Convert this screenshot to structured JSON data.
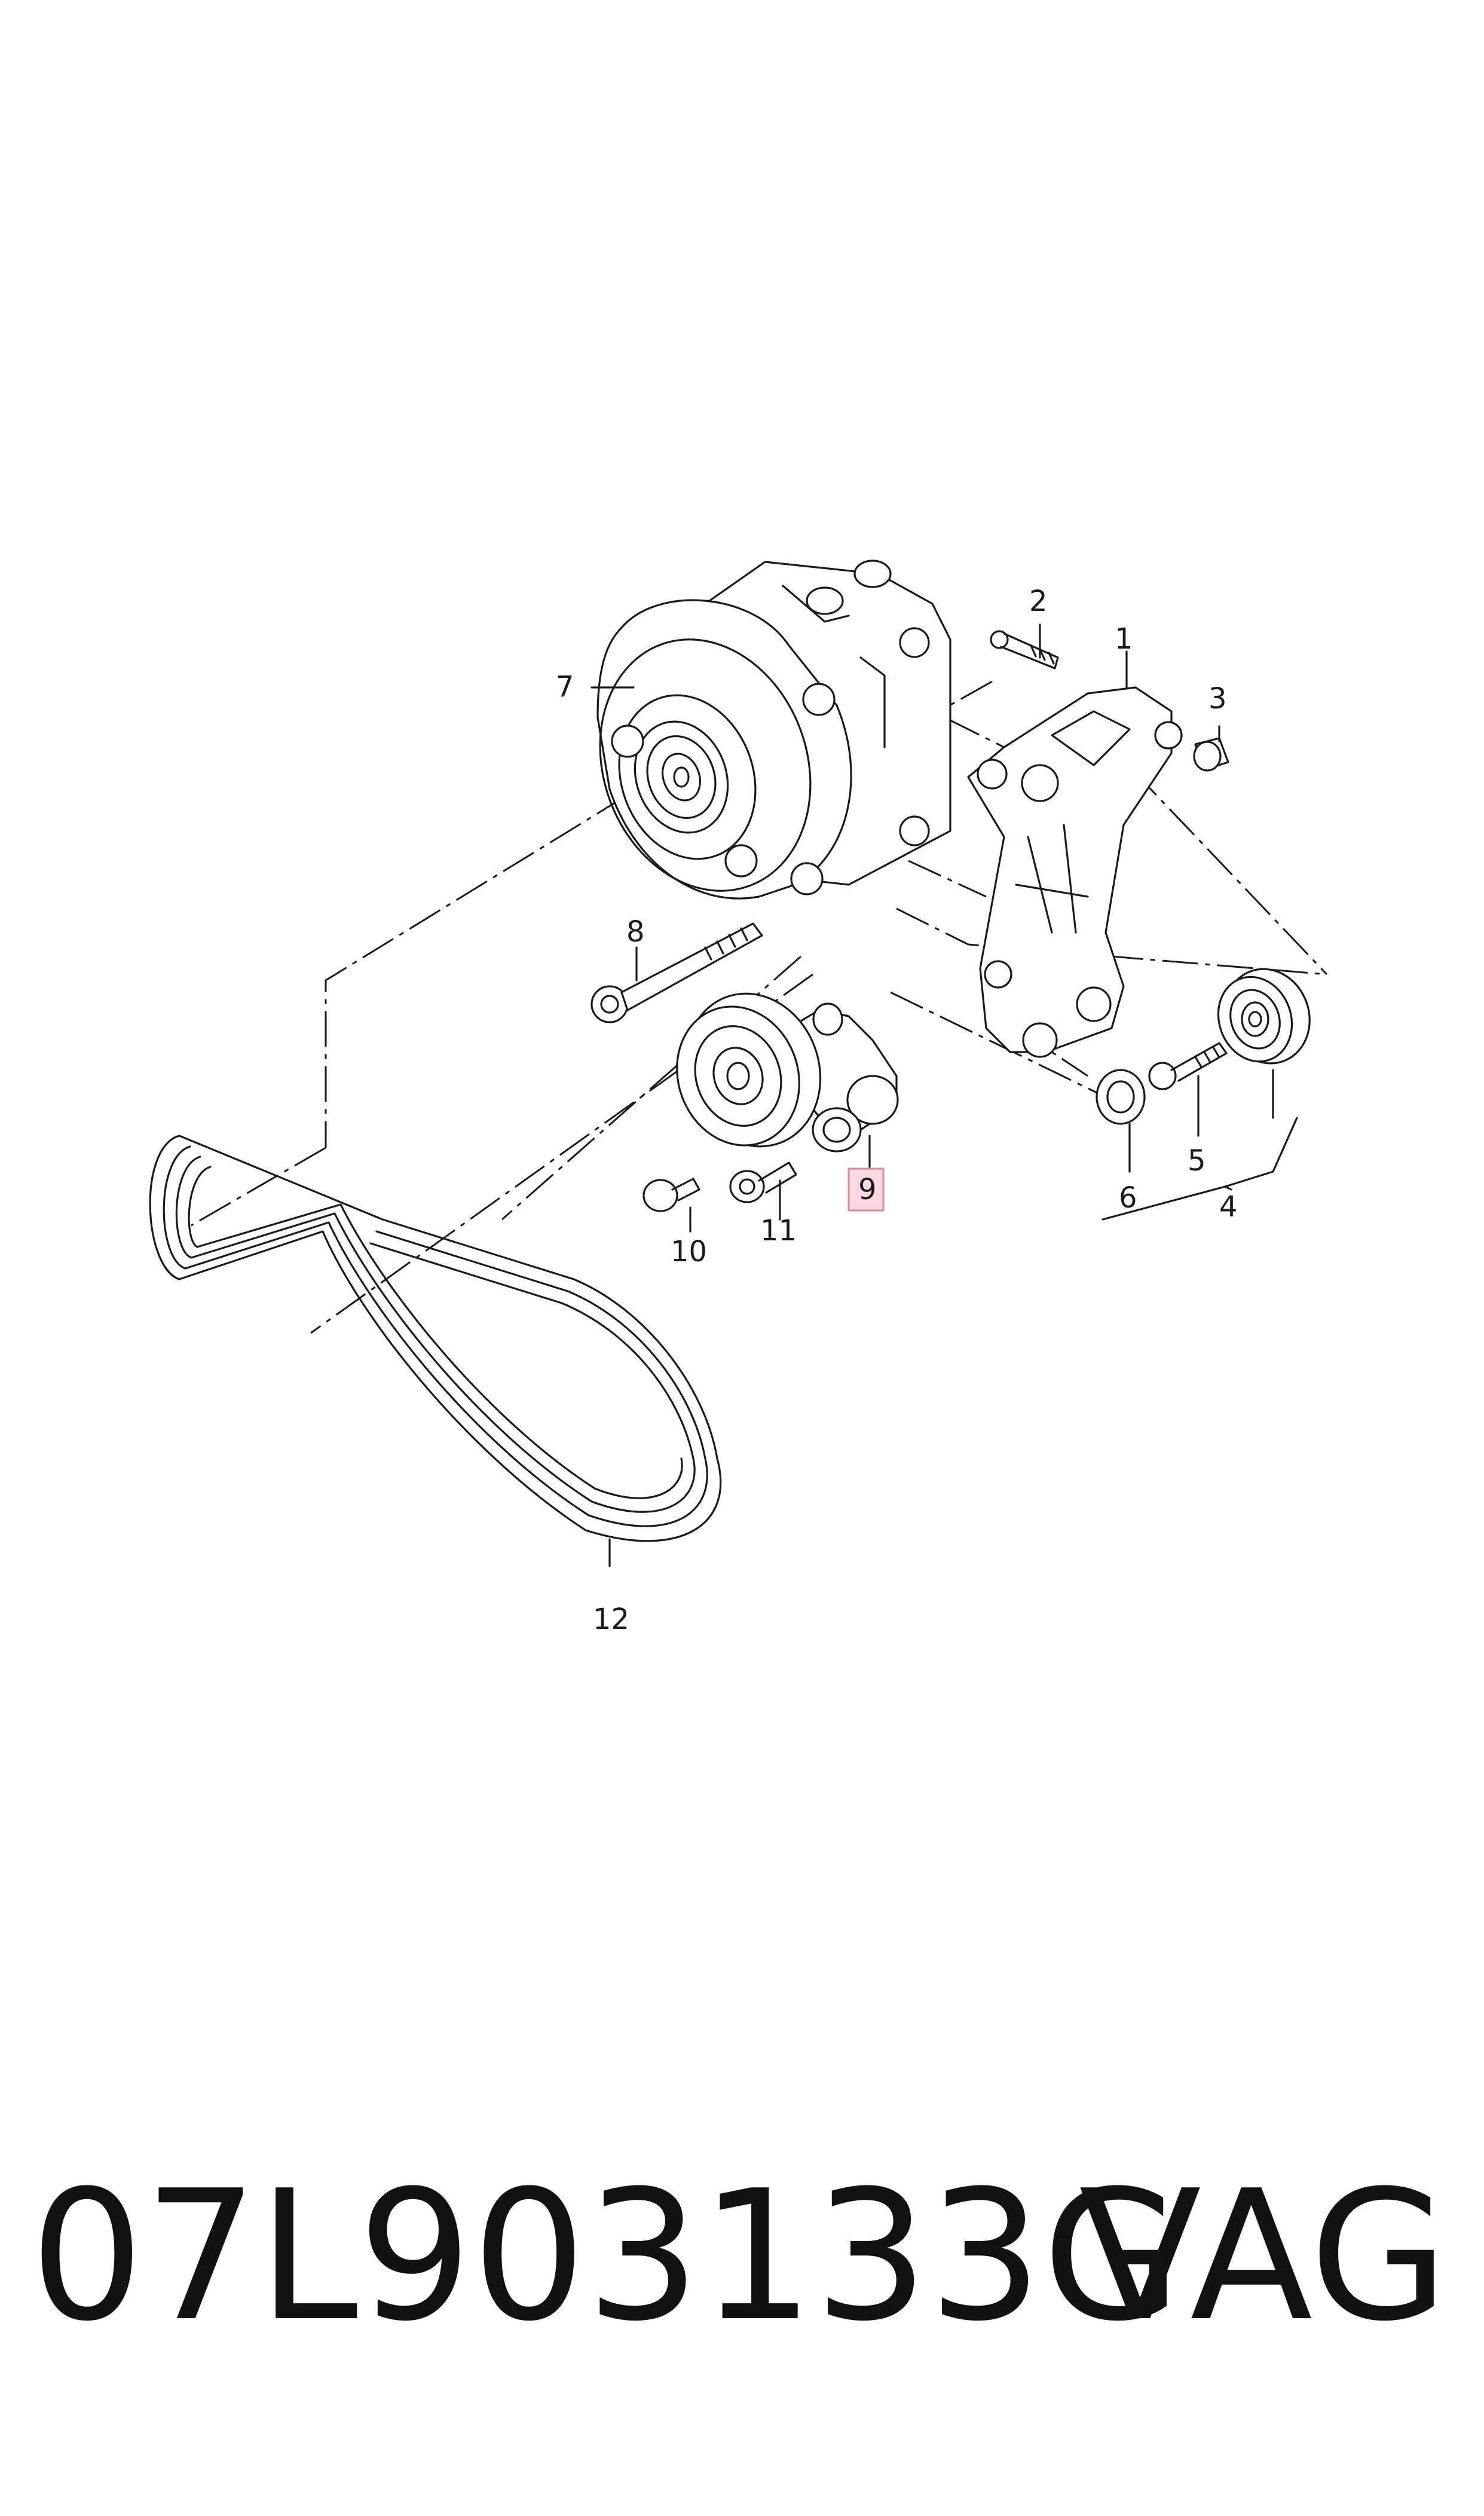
{
  "diagram": {
    "callouts": [
      {
        "id": "1",
        "label": "1"
      },
      {
        "id": "2",
        "label": "2"
      },
      {
        "id": "3",
        "label": "3"
      },
      {
        "id": "4",
        "label": "4"
      },
      {
        "id": "5",
        "label": "5"
      },
      {
        "id": "6",
        "label": "6"
      },
      {
        "id": "7",
        "label": "7"
      },
      {
        "id": "8",
        "label": "8"
      },
      {
        "id": "9",
        "label": "9",
        "highlight": "#f7d9df"
      },
      {
        "id": "10",
        "label": "10"
      },
      {
        "id": "11",
        "label": "11"
      },
      {
        "id": "12",
        "label": "12"
      }
    ]
  },
  "caption": {
    "part_number": "07L903133G",
    "brand": "VAG"
  }
}
